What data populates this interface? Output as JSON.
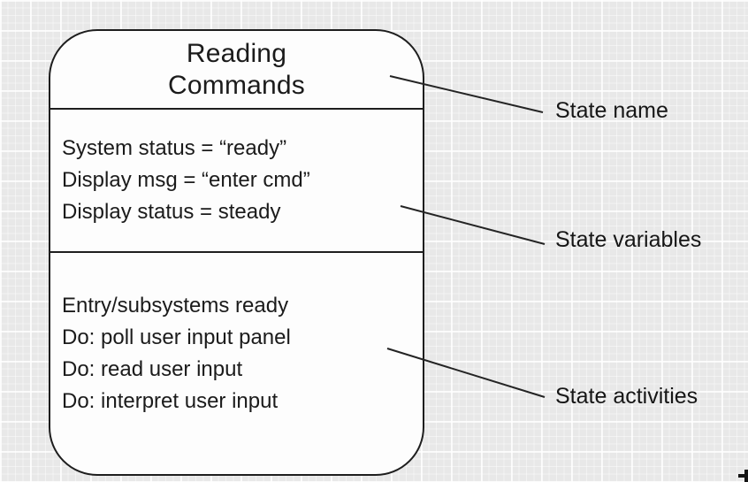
{
  "diagram": {
    "type": "uml-state-diagram-annotated",
    "state": {
      "name_line1": "Reading",
      "name_line2": "Commands",
      "variables": [
        "System status = “ready”",
        "Display msg = “enter cmd”",
        "Display status = steady"
      ],
      "activities": [
        "Entry/subsystems ready",
        "Do: poll user input panel",
        "Do: read user input",
        "Do: interpret user input"
      ]
    },
    "annotations": [
      {
        "label": "State name"
      },
      {
        "label": "State variables"
      },
      {
        "label": "State activities"
      }
    ],
    "colors": {
      "background": "#e8e8e8",
      "grid_line": "#f6f6f6",
      "box_fill": "#fdfdfd",
      "stroke": "#1e1e1e",
      "text": "#1b1b1b"
    }
  }
}
